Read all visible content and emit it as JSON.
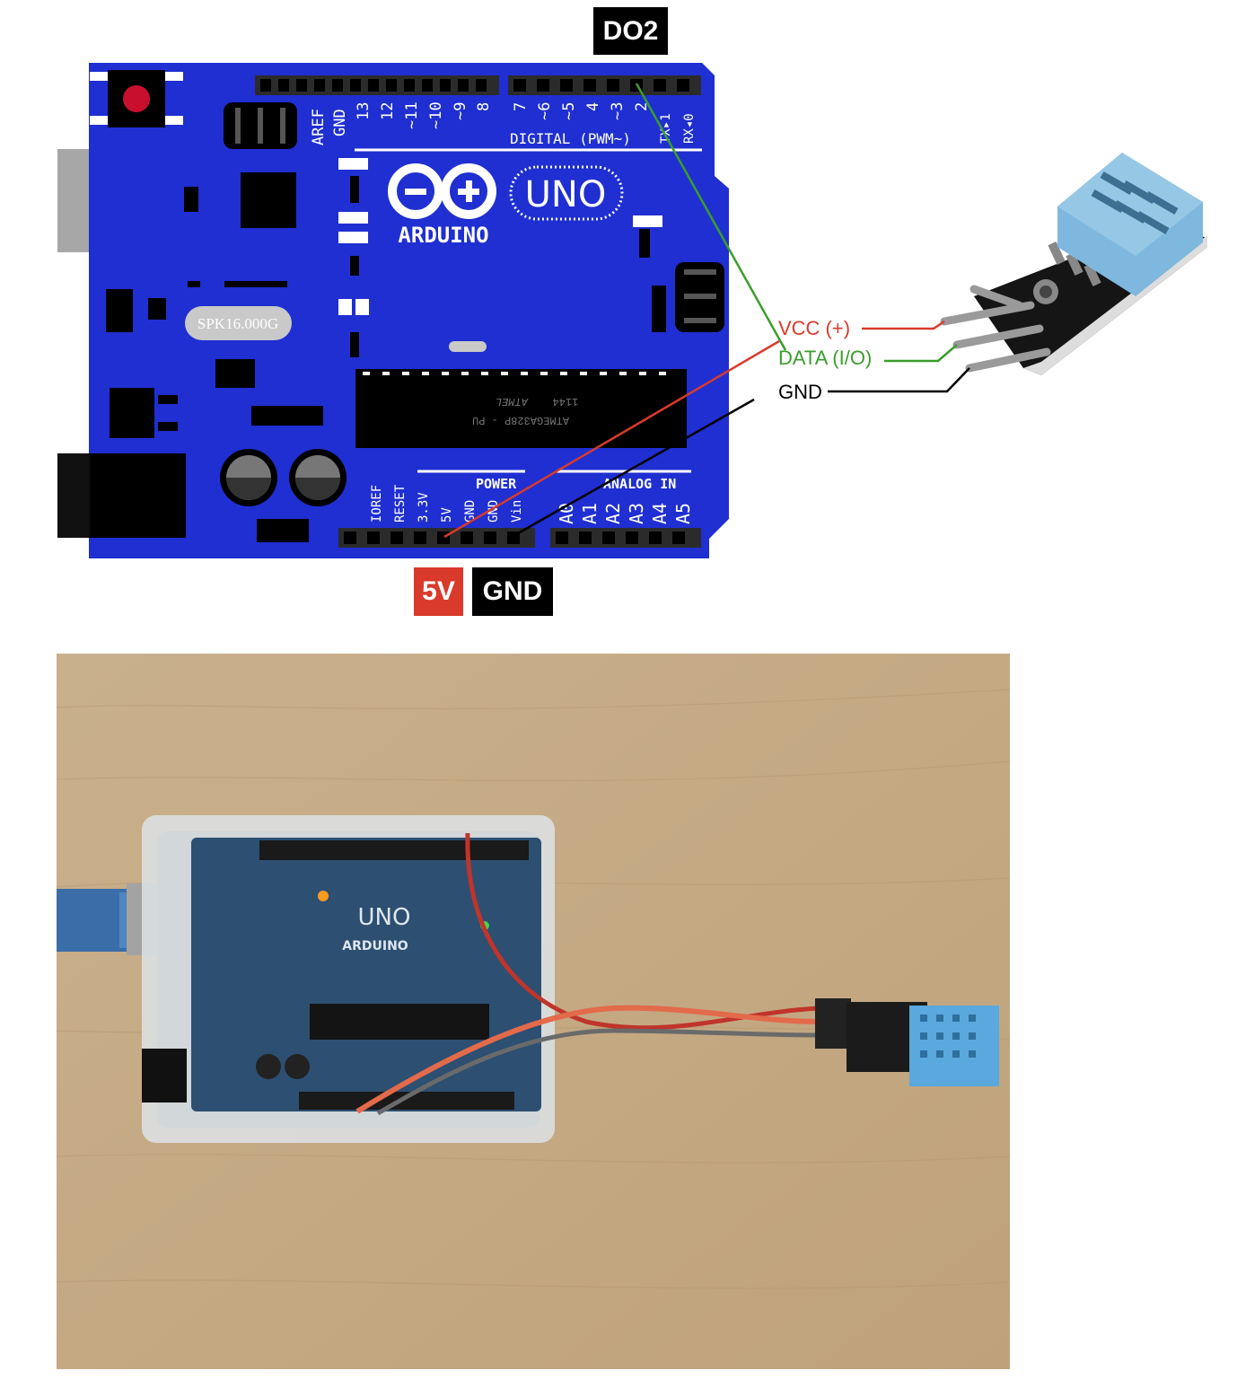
{
  "tags": {
    "do2": "DO2",
    "v5": "5V",
    "gnd": "GND"
  },
  "board": {
    "brand": "ARDUINO",
    "model": "UNO",
    "aref": "AREF",
    "gnd_top": "GND",
    "digital_pins": [
      "13",
      "12",
      "~11",
      "~10",
      "~9",
      "8",
      "7",
      "~6",
      "~5",
      "4",
      "~3",
      "2",
      "TX▸1",
      "RX◂0"
    ],
    "digital_label": "DIGITAL (PWM~)",
    "crystal": "SPK16.000G",
    "chip_line1": "ATMEGA328P - PU",
    "chip_line2": "1144",
    "chip_line3": "ATMEL",
    "power_label": "POWER",
    "power_pins": [
      "IOREF",
      "RESET",
      "3.3V",
      "5V",
      "GND",
      "GND",
      "Vin"
    ],
    "analog_label": "ANALOG IN",
    "analog_pins": [
      "A0",
      "A1",
      "A2",
      "A3",
      "A4",
      "A5"
    ]
  },
  "sensor_pins": {
    "vcc": "VCC (+)",
    "data": "DATA (I/O)",
    "gnd": "GND"
  },
  "colors": {
    "board_blue": "#1f2fd1",
    "vcc_wire": "#d93a2b",
    "data_wire": "#3a9e2c",
    "gnd_wire": "#000000",
    "sensor_blue": "#7fb8de",
    "table_wood": "#c7ad88"
  },
  "photo": {
    "brand": "ARDUINO",
    "model": "UNO"
  }
}
